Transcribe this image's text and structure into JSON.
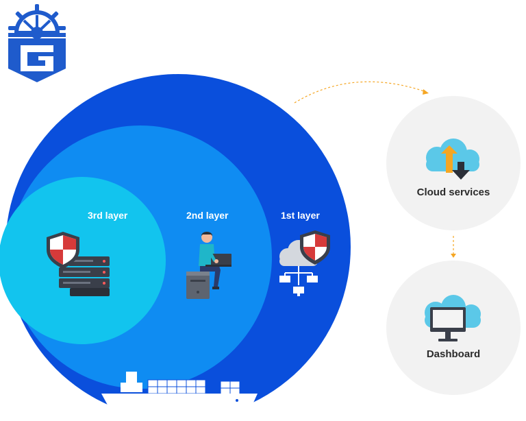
{
  "layers": {
    "first": {
      "label": "1st layer"
    },
    "second": {
      "label": "2nd layer"
    },
    "third": {
      "label": "3rd layer"
    }
  },
  "services": {
    "cloud": {
      "label": "Cloud services",
      "icon": "cloud-upload-download-icon"
    },
    "dashboard": {
      "label": "Dashboard",
      "icon": "cloud-monitor-icon"
    }
  },
  "colors": {
    "outer_circle": "#0a4fdc",
    "middle_circle": "#0f8cf2",
    "inner_circle": "#12c4ee",
    "service_circle": "#f2f2f2",
    "arrow": "#f5a623",
    "logo_blue": "#1f5bcc"
  }
}
